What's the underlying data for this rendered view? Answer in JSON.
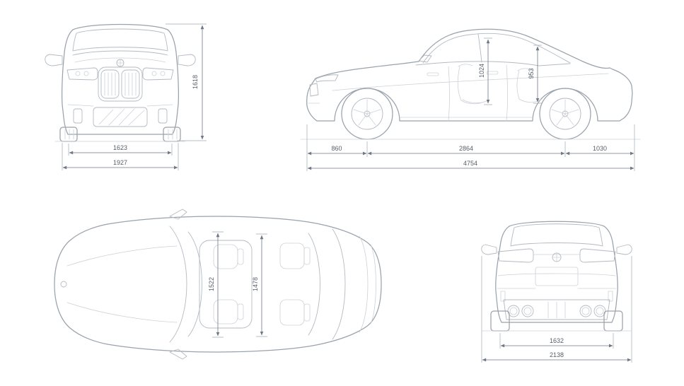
{
  "diagram_title": "vehicle-dimensions-blueprint",
  "colors": {
    "background": "#ffffff",
    "car_line": "#9aa2ab",
    "car_line_light": "#ccd1d7",
    "dimension_line": "#707886",
    "dimension_text": "#565d68"
  },
  "views": {
    "front": {
      "height_mm": "1618",
      "track_width_mm": "1623",
      "overall_width_mm": "1927"
    },
    "side": {
      "front_headroom_mm": "1024",
      "rear_headroom_mm": "953",
      "front_overhang_mm": "860",
      "wheelbase_mm": "2864",
      "rear_overhang_mm": "1030",
      "overall_length_mm": "4754"
    },
    "top": {
      "front_interior_width_mm": "1522",
      "rear_interior_width_mm": "1478"
    },
    "rear": {
      "track_width_mm": "1632",
      "overall_width_mm": "2138"
    }
  }
}
